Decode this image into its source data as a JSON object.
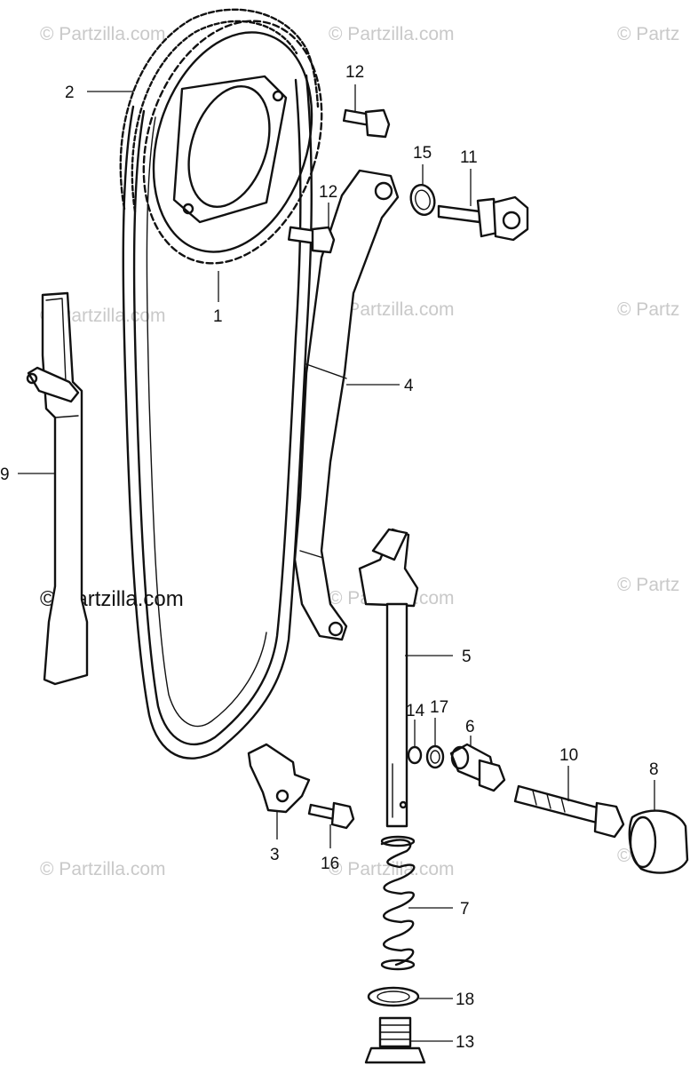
{
  "watermark": {
    "text": "© Partzilla.com",
    "text_clipped": "© Partz",
    "text_partial": "© Par"
  },
  "callouts": {
    "p1": "1",
    "p2": "2",
    "p3": "3",
    "p4": "4",
    "p5": "5",
    "p6": "6",
    "p7": "7",
    "p8": "8",
    "p9": "9",
    "p10": "10",
    "p11": "11",
    "p12a": "12",
    "p12b": "12",
    "p13": "13",
    "p14": "14",
    "p15": "15",
    "p16": "16",
    "p17": "17",
    "p18": "18"
  }
}
